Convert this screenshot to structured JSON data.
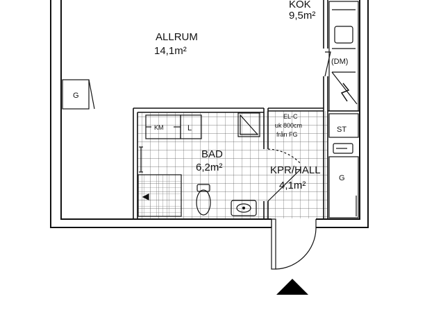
{
  "rooms": {
    "allrum": {
      "name": "ALLRUM",
      "area": "14,1m²"
    },
    "kok": {
      "name": "KÖK",
      "area": "9,5m²"
    },
    "bad": {
      "name": "BAD",
      "area": "6,2m²"
    },
    "hall": {
      "name": "KPR/HALL",
      "area": "4,1m²"
    }
  },
  "fixtures": {
    "g_allrum": "G",
    "km": "KM",
    "l": "L",
    "dm": "(DM)",
    "st": "ST",
    "g_hall": "G"
  },
  "note": {
    "line1": "EL-C",
    "line2": "uk 800cm",
    "line3": "från FG"
  },
  "colors": {
    "line": "#111111",
    "background": "#ffffff"
  },
  "icons": [
    "north-arrow-icon",
    "door-swing-icon",
    "washbasin-icon",
    "toilet-icon",
    "shower-icon"
  ]
}
